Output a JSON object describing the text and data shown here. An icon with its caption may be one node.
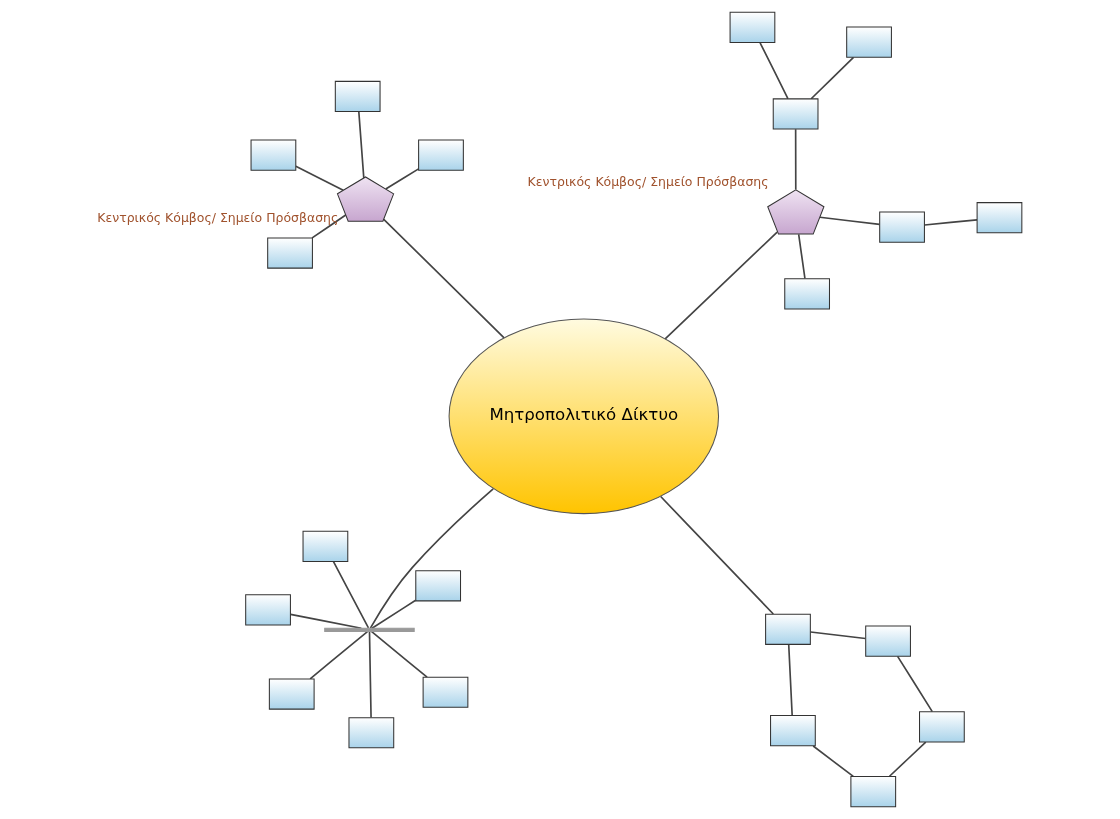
{
  "diagram": {
    "nodes": [
      {
        "text": [
          "Μητροπολιτικό Δίκτυο"
        ]
      },
      {
        "text": [],
        "shape": "bar"
      },
      {
        "text": [],
        "shape": "box"
      },
      {
        "text": [],
        "shape": "box"
      },
      {
        "text": [],
        "shape": "box"
      },
      {
        "text": [],
        "shape": "box"
      },
      {
        "text": [],
        "shape": "box"
      },
      {
        "text": [],
        "shape": "box"
      },
      {
        "text": [],
        "shape": "box"
      },
      {
        "text": [],
        "shape": "box"
      },
      {
        "text": [],
        "shape": "box"
      },
      {
        "text": [],
        "shape": "box"
      },
      {
        "text": [],
        "shape": "box"
      },
      {
        "text": [],
        "shape": "pentagon",
        "beside": [
          "Κεντρικός Κόμβος/ Σημείο Πρόσβασης"
        ]
      },
      {
        "text": [],
        "shape": "box"
      },
      {
        "text": [],
        "shape": "box"
      },
      {
        "text": [],
        "shape": "box"
      },
      {
        "text": [],
        "shape": "box"
      },
      {
        "text": [],
        "shape": "box"
      },
      {
        "text": [],
        "shape": "box"
      },
      {
        "text": [],
        "shape": "pentagon",
        "beside": [
          "Κεντρικός Κόμβος/ Σημείο Πρόσβασης"
        ]
      },
      {
        "text": [],
        "shape": "box"
      },
      {
        "text": [],
        "shape": "box"
      },
      {
        "text": [],
        "shape": "box"
      },
      {
        "text": [],
        "shape": "box"
      }
    ],
    "edges": [
      {
        "from": 1,
        "to": 0,
        "arrow": "none"
      },
      {
        "from": 2,
        "to": 1,
        "arrow": "none"
      },
      {
        "from": 3,
        "to": 1,
        "arrow": "none"
      },
      {
        "from": 4,
        "to": 1,
        "arrow": "none"
      },
      {
        "from": 5,
        "to": 1,
        "arrow": "none"
      },
      {
        "from": 6,
        "to": 1,
        "arrow": "none"
      },
      {
        "from": 7,
        "to": 1,
        "arrow": "none"
      },
      {
        "from": 8,
        "to": 9,
        "arrow": "none"
      },
      {
        "from": 9,
        "to": 11,
        "arrow": "none"
      },
      {
        "from": 11,
        "to": 12,
        "arrow": "none"
      },
      {
        "from": 12,
        "to": 10,
        "arrow": "none"
      },
      {
        "from": 10,
        "to": 8,
        "arrow": "none"
      },
      {
        "from": 0,
        "to": 10,
        "arrow": "none"
      },
      {
        "from": 0,
        "to": 13,
        "arrow": "none"
      },
      {
        "from": 13,
        "to": 14,
        "arrow": "none"
      },
      {
        "from": 13,
        "to": 15,
        "arrow": "none"
      },
      {
        "from": 13,
        "to": 16,
        "arrow": "none"
      },
      {
        "from": 14,
        "to": 17,
        "arrow": "none"
      },
      {
        "from": 16,
        "to": 18,
        "arrow": "none"
      },
      {
        "from": 16,
        "to": 19,
        "arrow": "none"
      },
      {
        "from": 0,
        "to": 20,
        "arrow": "none"
      },
      {
        "from": 20,
        "to": 21,
        "arrow": "none"
      },
      {
        "from": 20,
        "to": 22,
        "arrow": "none"
      },
      {
        "from": 20,
        "to": 23,
        "arrow": "none"
      },
      {
        "from": 20,
        "to": 24,
        "arrow": "none"
      }
    ]
  }
}
